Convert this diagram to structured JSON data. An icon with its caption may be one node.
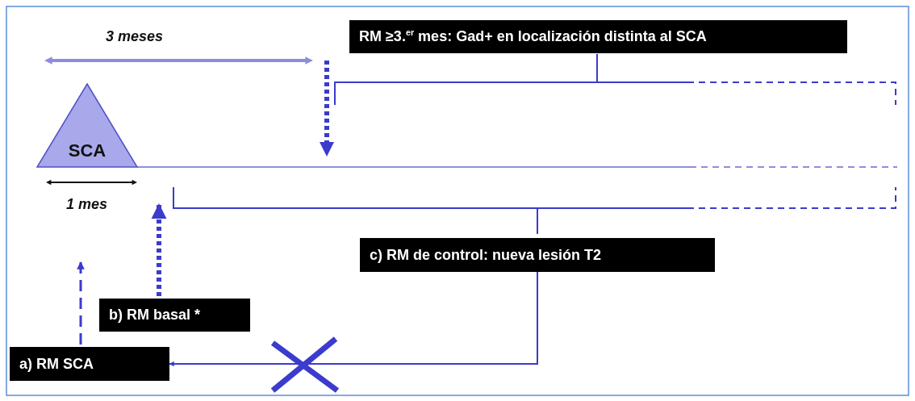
{
  "diagram": {
    "nodes": [
      {
        "text": [
          "SCA"
        ]
      },
      {
        "text": [
          "RM ≥3.$^{er}$ mes: Gad+ en localización distinta al SCA"
        ]
      },
      {
        "text": [
          "c) RM de control: nueva lesión T2"
        ]
      },
      {
        "text": [
          "b) RM basal *"
        ]
      },
      {
        "text": [
          "a) RM SCA"
        ]
      }
    ],
    "edges": [
      {
        "from": 2,
        "to": 4,
        "arrow": "to"
      },
      {
        "from": 3,
        "to": 2,
        "arrow": "to",
        "style": "dashed"
      },
      {
        "from": 4,
        "to": null,
        "arrow": "to",
        "style": "dashed"
      }
    ],
    "labels": [
      "3 meses",
      "1 mes"
    ]
  }
}
